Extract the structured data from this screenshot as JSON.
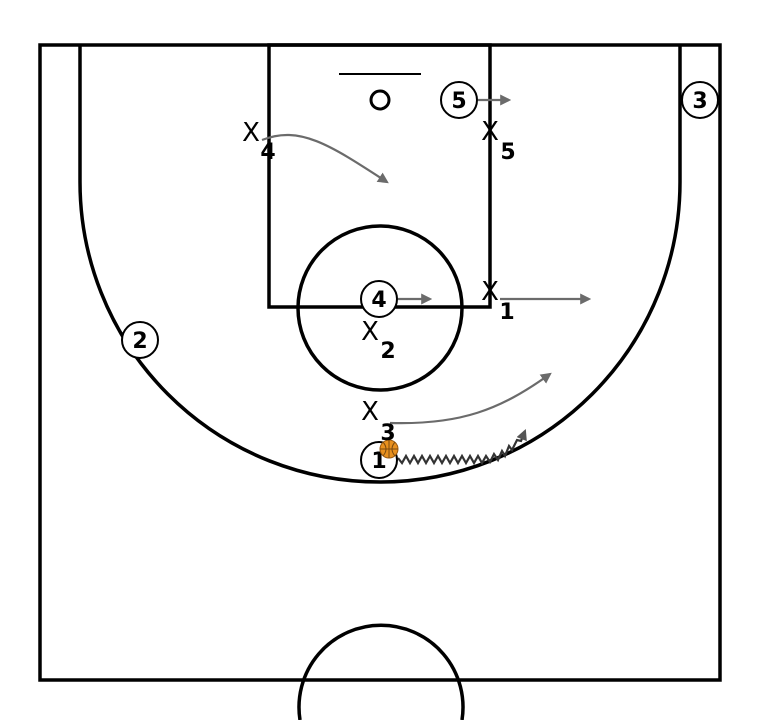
{
  "offense": [
    {
      "label": "1",
      "has_ball": true
    },
    {
      "label": "2"
    },
    {
      "label": "3"
    },
    {
      "label": "4"
    },
    {
      "label": "5"
    }
  ],
  "defense": [
    {
      "mark": "X",
      "number": "1"
    },
    {
      "mark": "X",
      "number": "2"
    },
    {
      "mark": "X",
      "number": "3"
    },
    {
      "mark": "X",
      "number": "4"
    },
    {
      "mark": "X",
      "number": "5"
    }
  ],
  "colors": {
    "court_lines": "#000000",
    "movement_arrow": "#6b6b6b",
    "dribble": "#333333",
    "ball": "#e8901e"
  }
}
